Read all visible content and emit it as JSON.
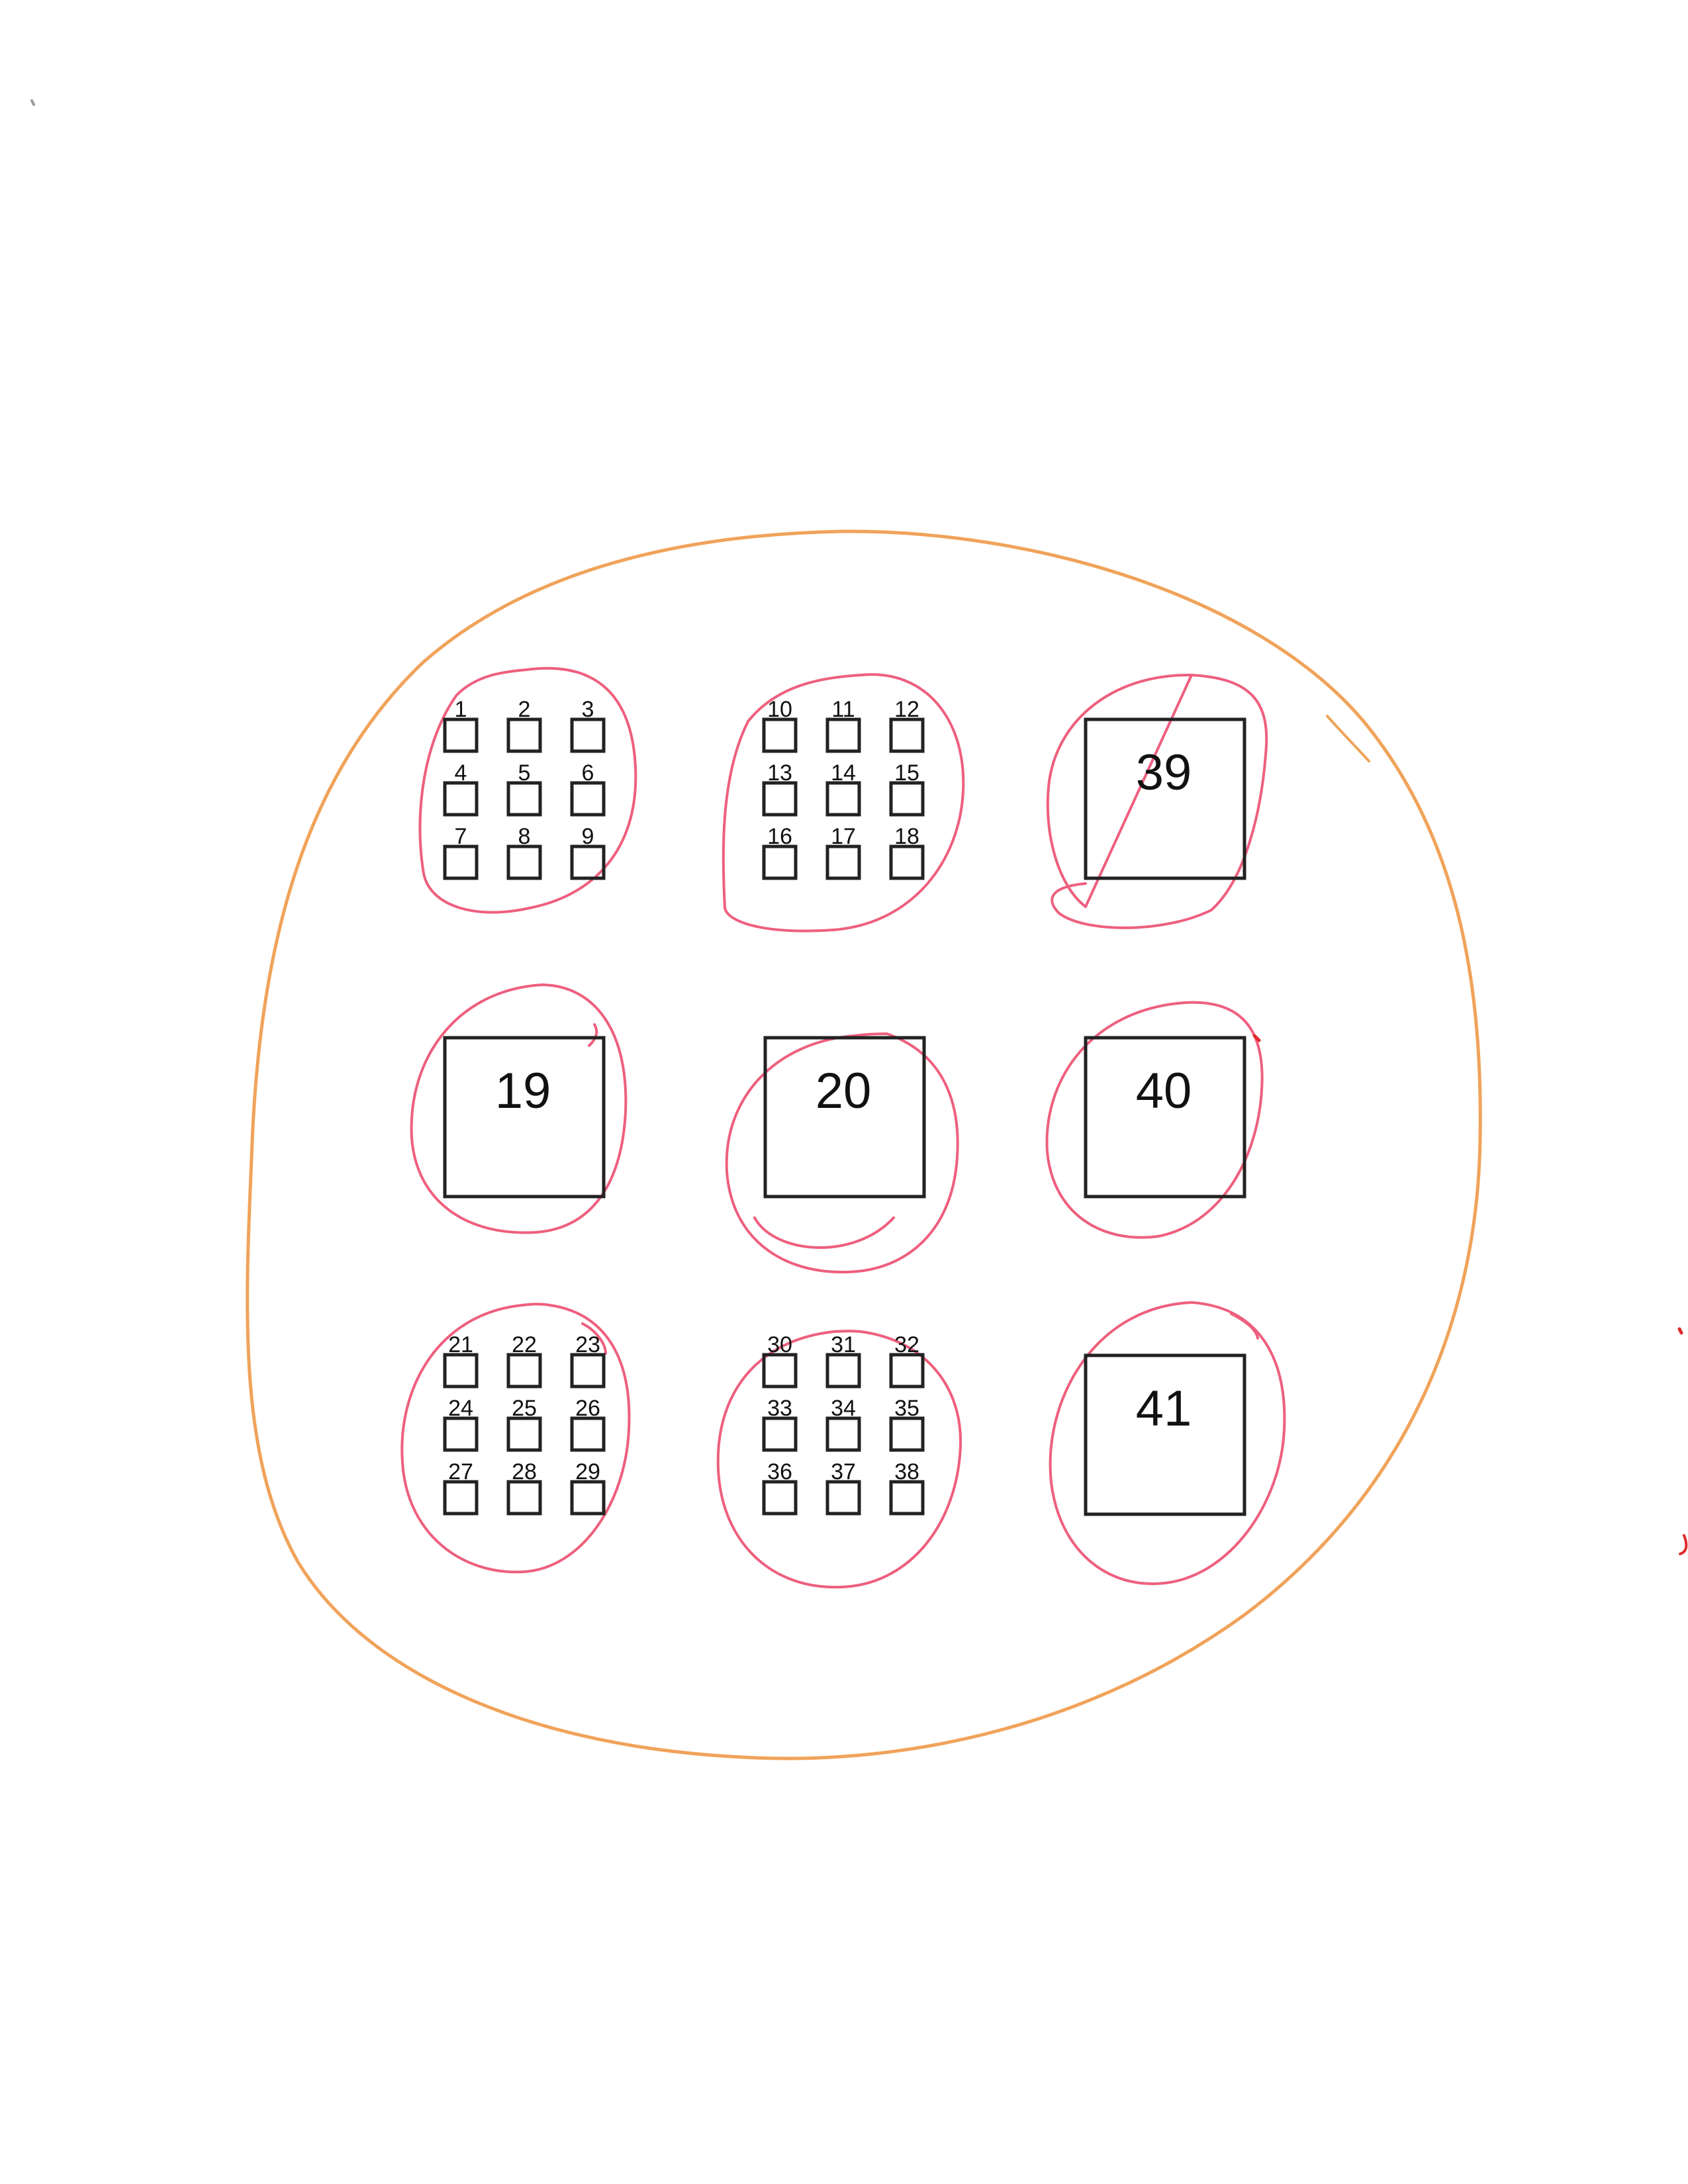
{
  "colors": {
    "outer_loop": "#f0a35a",
    "group_loop": "#ee5f7e",
    "box_stroke": "#222222",
    "text": "#111111"
  },
  "small_groups": [
    {
      "labels": [
        "1",
        "2",
        "3",
        "4",
        "5",
        "6",
        "7",
        "8",
        "9"
      ]
    },
    {
      "labels": [
        "10",
        "11",
        "12",
        "13",
        "14",
        "15",
        "16",
        "17",
        "18"
      ]
    },
    {
      "labels": [
        "21",
        "22",
        "23",
        "24",
        "25",
        "26",
        "27",
        "28",
        "29"
      ]
    },
    {
      "labels": [
        "30",
        "31",
        "32",
        "33",
        "34",
        "35",
        "36",
        "37",
        "38"
      ]
    }
  ],
  "big_boxes": [
    {
      "label": "39"
    },
    {
      "label": "19"
    },
    {
      "label": "20"
    },
    {
      "label": "40"
    },
    {
      "label": "41"
    }
  ]
}
